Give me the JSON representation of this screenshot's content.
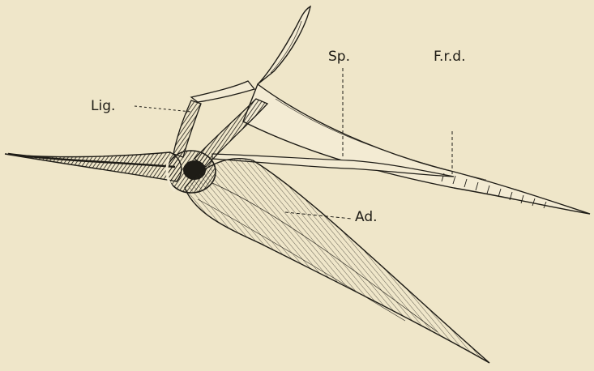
{
  "labels": {
    "lig": "Lig.",
    "sp": "Sp.",
    "frd": "F.r.d.",
    "ad": "Ad."
  },
  "colors": {
    "paper": "#efe6c9",
    "ink": "#1e1c16"
  }
}
